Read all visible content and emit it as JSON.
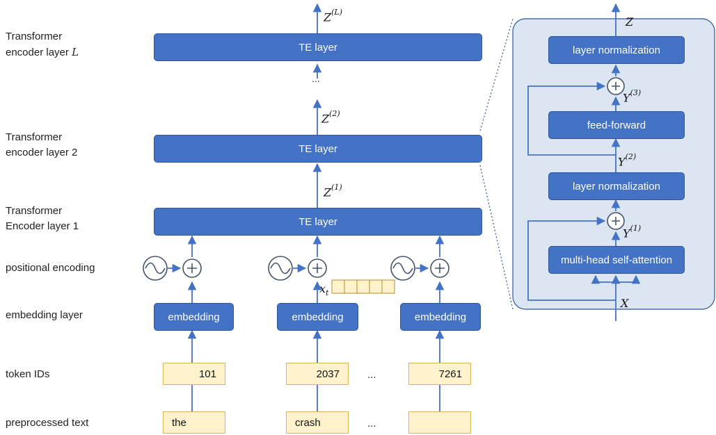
{
  "row_labels": {
    "layer_L_line1": "Transformer",
    "layer_L_line2": "encoder layer ",
    "layer_L_var": "L",
    "layer_2_line1": "Transformer",
    "layer_2_line2": "encoder layer 2",
    "layer_1_line1": "Transformer",
    "layer_1_line2": "Encoder layer 1",
    "positional_encoding": "positional encoding",
    "embedding_layer": "embedding layer",
    "token_ids": "token IDs",
    "preprocessed_text": "preprocessed text"
  },
  "te_layer_label": "TE layer",
  "embedding_label": "embedding",
  "token_ids": [
    "101",
    "2037",
    "7261"
  ],
  "tokens": [
    "the",
    "crash",
    ""
  ],
  "ellipsis": "...",
  "math": {
    "zL": "Z",
    "zL_sup": "(L)",
    "z2": "Z",
    "z2_sup": "(2)",
    "z1": "Z",
    "z1_sup": "(1)",
    "xt": "x",
    "xt_sub": "t"
  },
  "detail": {
    "z": "Z",
    "layer_norm_top": "layer normalization",
    "y3": "Y",
    "y3_sup": "(3)",
    "feed_forward": "feed-forward",
    "y2": "Y",
    "y2_sup": "(2)",
    "layer_norm_bottom": "layer normalization",
    "y1": "Y",
    "y1_sup": "(1)",
    "attention": "multi-head self-attention",
    "x": "X"
  },
  "colors": {
    "box_fill": "#4472c4",
    "box_border": "#2f5597",
    "arrow": "#4472c4",
    "token_fill": "#fff2cc",
    "token_border": "#d6b656",
    "panel_fill": "#dce6f2",
    "panel_border": "#2f5597"
  }
}
